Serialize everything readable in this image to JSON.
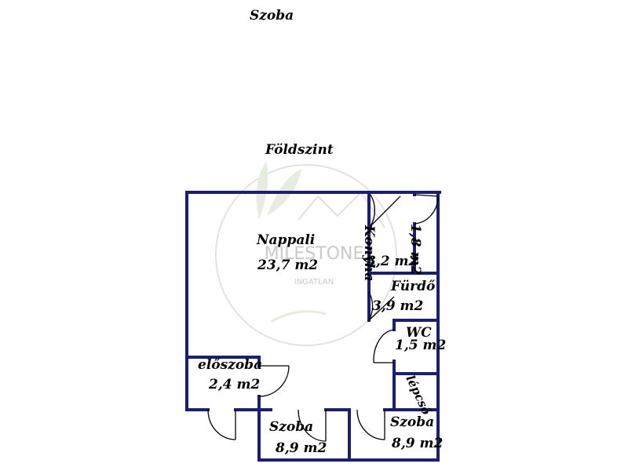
{
  "header": {
    "top_title": "Szoba",
    "level_title": "Földszint"
  },
  "rooms": {
    "nappali": {
      "name": "Nappali",
      "area": "23,7 m2"
    },
    "konyha": {
      "name": "Konyha",
      "area": "3,2 m2"
    },
    "kamra": {
      "area": "1,8 m2"
    },
    "furdo": {
      "name": "Fürdő",
      "area": "3,9 m2"
    },
    "wc": {
      "name": "WC",
      "area": "1,5 m2"
    },
    "lepcso": {
      "name": "lépcső"
    },
    "eloszoba": {
      "name": "előszoba",
      "area": "2,4 m2"
    },
    "szoba1": {
      "name": "Szoba",
      "area": "8,9 m2"
    },
    "szoba2": {
      "name": "Szoba",
      "area": "8,9 m2"
    }
  },
  "watermark": {
    "brand": "MILESTONE",
    "sub": "INGATLAN"
  },
  "colors": {
    "wall": "#1c1f6b",
    "door": "#000000",
    "watermark": "#c9c9c9"
  }
}
